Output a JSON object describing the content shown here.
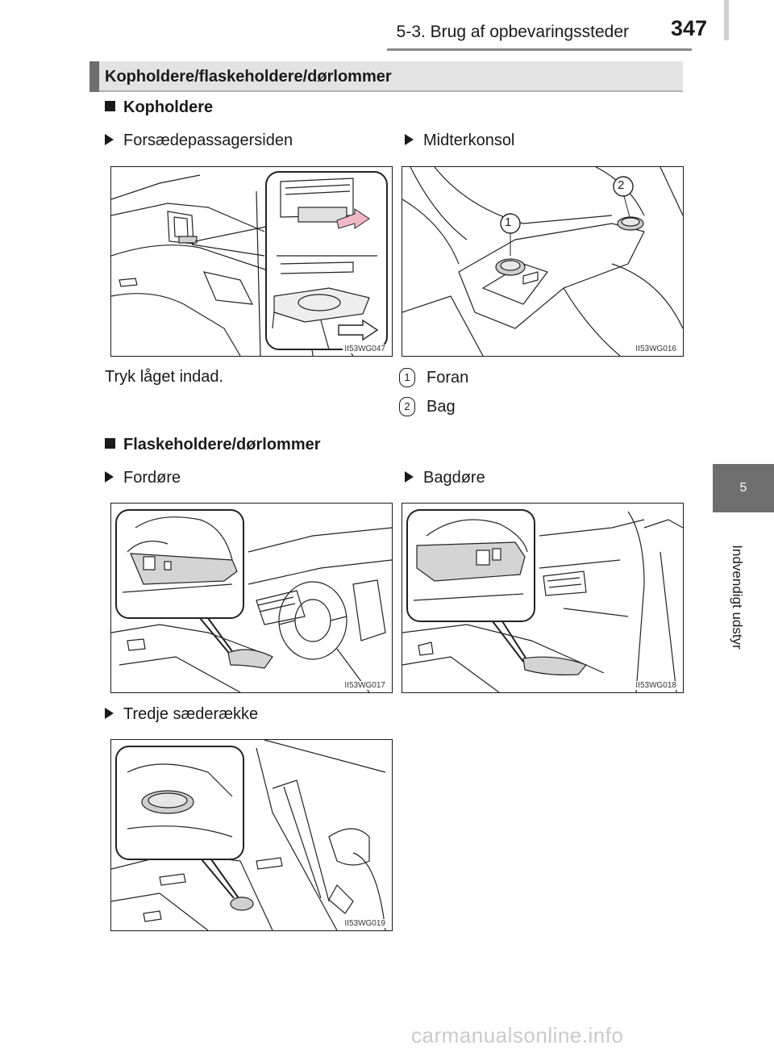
{
  "header": {
    "chapter_title": "5-3. Brug af opbevaringssteder",
    "page_number": "347"
  },
  "side_tab": {
    "chapter_number": "5",
    "chapter_label": "Indvendigt udstyr"
  },
  "section": {
    "title": "Kopholdere/flaskeholdere/dørlommer"
  },
  "cup_holders": {
    "heading": "Kopholdere",
    "left": {
      "label": "Forsædepassagersiden",
      "figure_code": "II53WG047",
      "caption": "Tryk låget indad."
    },
    "right": {
      "label": "Midterkonsol",
      "figure_code": "II53WG016",
      "callout_1": "1",
      "callout_2": "2",
      "legend": [
        {
          "num": "1",
          "text": "Foran"
        },
        {
          "num": "2",
          "text": "Bag"
        }
      ]
    }
  },
  "bottle_holders": {
    "heading": "Flaskeholdere/dørlommer",
    "front": {
      "label": "Fordøre",
      "figure_code": "II53WG017"
    },
    "rear": {
      "label": "Bagdøre",
      "figure_code": "II53WG018"
    },
    "third": {
      "label": "Tredje sæderække",
      "figure_code": "II53WG019"
    }
  },
  "watermark": "carmanualsonline.info"
}
